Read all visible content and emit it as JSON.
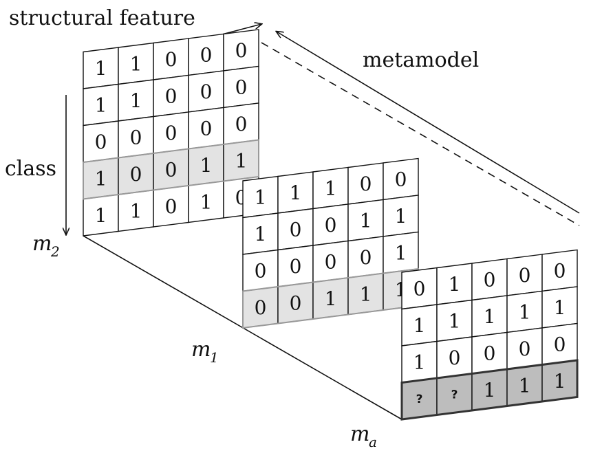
{
  "labels": {
    "structural_feature": "structural feature",
    "metamodel": "metamodel",
    "class": "class",
    "m2": {
      "base": "m",
      "sub": "2"
    },
    "m1": {
      "base": "m",
      "sub": "1"
    },
    "ma": {
      "base": "m",
      "sub": "a"
    }
  },
  "panels": [
    {
      "id": "m2",
      "rows": [
        [
          "1",
          "1",
          "0",
          "0",
          "0"
        ],
        [
          "1",
          "1",
          "0",
          "0",
          "0"
        ],
        [
          "0",
          "0",
          "0",
          "0",
          "0"
        ],
        [
          "1",
          "0",
          "0",
          "1",
          "1"
        ],
        [
          "1",
          "1",
          "0",
          "1",
          "0"
        ]
      ],
      "highlight_row": 3
    },
    {
      "id": "m1",
      "rows": [
        [
          "1",
          "1",
          "1",
          "0",
          "0"
        ],
        [
          "1",
          "0",
          "0",
          "1",
          "1"
        ],
        [
          "0",
          "0",
          "0",
          "0",
          "1"
        ],
        [
          "0",
          "0",
          "1",
          "1",
          "1"
        ]
      ],
      "highlight_row": 3
    },
    {
      "id": "ma",
      "rows": [
        [
          "0",
          "1",
          "0",
          "0",
          "0"
        ],
        [
          "1",
          "1",
          "1",
          "1",
          "1"
        ],
        [
          "1",
          "0",
          "0",
          "0",
          "0"
        ],
        [
          "?",
          "?",
          "1",
          "1",
          "1"
        ]
      ],
      "highlight_row": 3
    }
  ],
  "colors": {
    "line": "#111111",
    "highlight_light": "#e3e3e3",
    "highlight_light_border": "#999999",
    "highlight_dark": "#bdbdbd",
    "highlight_dark_border": "#333333"
  }
}
